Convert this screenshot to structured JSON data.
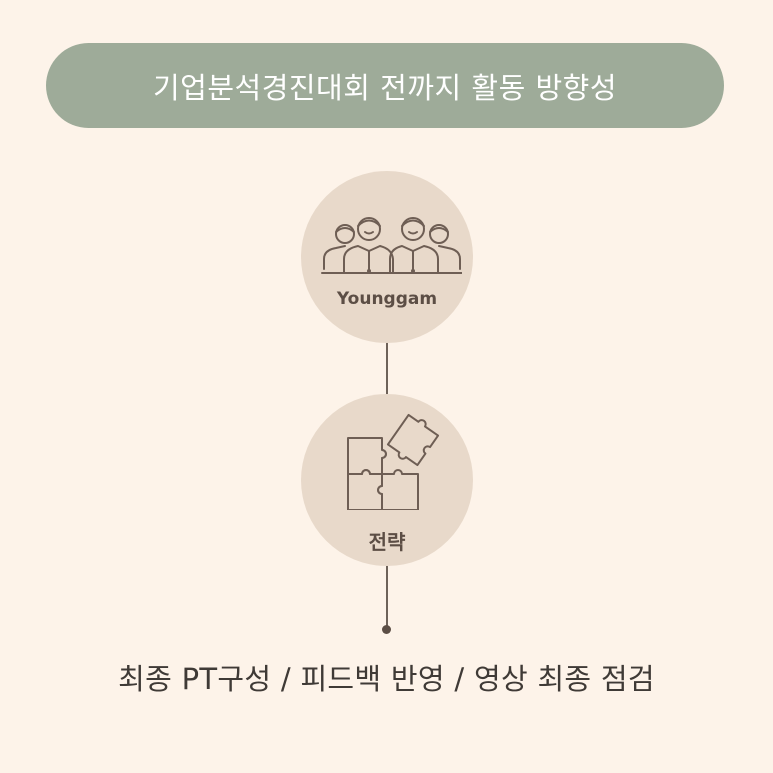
{
  "header": {
    "title": "기업분석경진대회 전까지 활동 방향성"
  },
  "timeline": {
    "nodes": [
      {
        "label": "Younggam",
        "icon": "team-people-icon"
      },
      {
        "label": "전략",
        "icon": "puzzle-icon"
      }
    ],
    "final_step": "최종 PT구성 / 피드백 반영 / 영상 최종 점검"
  },
  "colors": {
    "background": "#fdf3e9",
    "title_bar": "#9eab99",
    "circle": "#e8d9ca",
    "line": "#6e6259",
    "text_dark": "#3f3a36"
  }
}
